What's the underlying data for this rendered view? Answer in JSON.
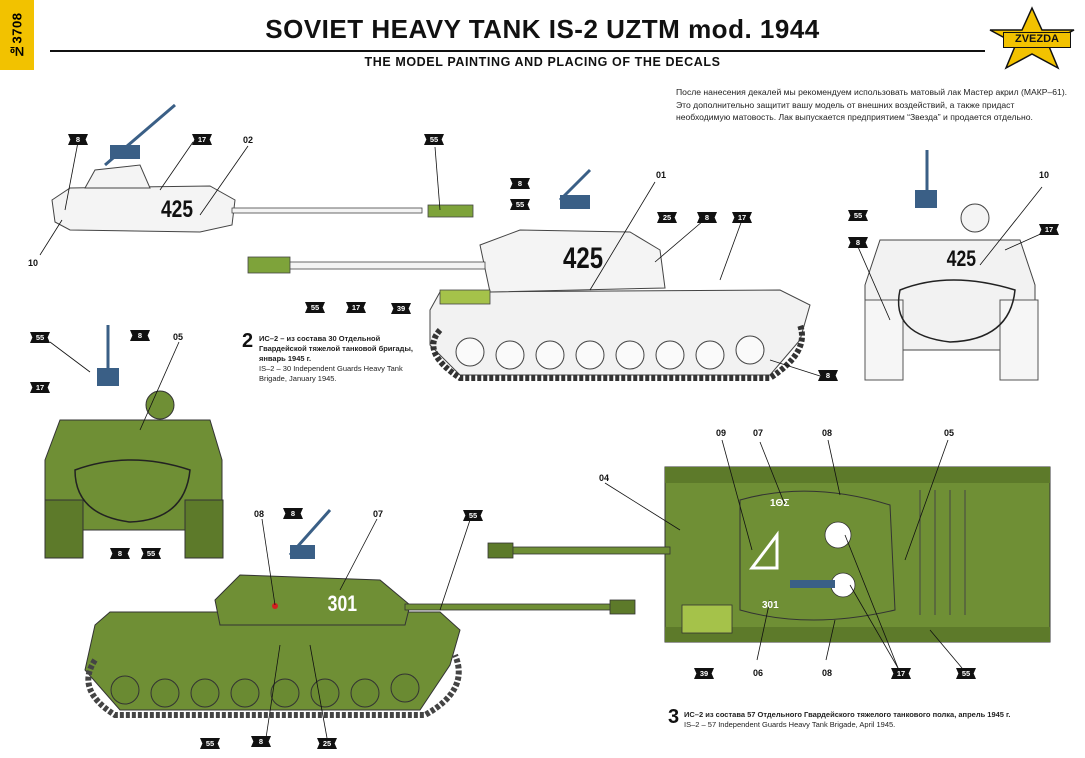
{
  "header": {
    "catalog_number": "№3708",
    "title": "SOVIET HEAVY TANK IS-2 UZTM mod. 1944",
    "subtitle": "THE MODEL PAINTING AND PLACING OF THE DECALS",
    "brand": "ZVEZDA"
  },
  "note_lines": [
    "После нанесения декалей мы рекомендуем использовать матовый лак Мастер акрил (МАКР–61).",
    "Это дополнительно защитит вашу модель от внешних  воздействий, а также  придаст",
    "необходимую матовость. Лак выпускается предприятием “Звезда” и продается отдельно."
  ],
  "variant2": {
    "number": "2",
    "caption_ru_1": "ИС–2 – из состава 30 Отдельной",
    "caption_ru_2": "Гвардейской тяжелой танковой бригады,",
    "caption_ru_3": "январь 1945 г.",
    "caption_en_1": "IS–2 – 30 Independent Guards Heavy Tank",
    "caption_en_2": "Brigade, January 1945.",
    "turret_number": "425"
  },
  "variant3": {
    "number": "3",
    "caption_ru": "ИС–2 из состава 57 Отдельного Гвардейского тяжелого танкового полка, апрель 1945 г.",
    "caption_en": "IS–2 – 57 Independent Guards Heavy Tank Brigade, April 1945.",
    "turret_number": "301",
    "top_marking_front": "1ΘΣ",
    "top_marking_rear": "301"
  },
  "colors": {
    "white_camo": "#f2f2f2",
    "green": "#6f8f35",
    "green_dark": "#4e6a22",
    "metal": "#3a5f86",
    "yellow": "#f2c200"
  },
  "callouts": {
    "c02": "02",
    "c10a": "10",
    "c01": "01",
    "c10b": "10",
    "c05a": "05",
    "c08a": "08",
    "c07a": "07",
    "c04": "04",
    "c09": "09",
    "c07b": "07",
    "c08b": "08",
    "c05b": "05",
    "c06": "06",
    "c08c": "08"
  },
  "flags": {
    "f8a": "8",
    "f17a": "17",
    "f55a": "55",
    "f55b": "55",
    "f17b": "17",
    "f39a": "39",
    "f8b": "8",
    "f55c": "55",
    "f25a": "25",
    "f8c": "8",
    "f17c": "17",
    "f8d": "8",
    "f55d": "55",
    "f8e": "8",
    "f17d": "17",
    "f55e": "55",
    "f8f": "8",
    "f17e": "17",
    "f8g": "8",
    "f55f": "55",
    "f8h": "8",
    "f55g": "55",
    "f55h": "55",
    "f8i": "8",
    "f25b": "25",
    "f39b": "39",
    "f17f": "17",
    "f55i": "55"
  }
}
